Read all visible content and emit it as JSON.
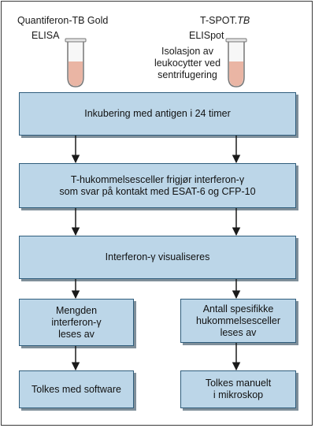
{
  "tests": {
    "left": {
      "name": "Quantiferon-TB Gold",
      "method": "ELISA"
    },
    "right": {
      "name_prefix": "T-SPOT.",
      "name_italic": "TB",
      "method": "ELISpot",
      "note_lines": [
        "Isolasjon av",
        "leukocytter ved",
        "sentrifugering"
      ]
    }
  },
  "steps": {
    "incubation": {
      "lines": [
        "Inkubering med antigen i 24 timer"
      ]
    },
    "release": {
      "lines": [
        "T-hukommelsesceller frigjør interferon-γ",
        "som svar på kontakt med ESAT-6 og CFP-10"
      ]
    },
    "visualize": {
      "lines": [
        "Interferon-γ visualiseres"
      ]
    },
    "left_read": {
      "lines": [
        "Mengden",
        "interferon-γ",
        "leses av"
      ]
    },
    "right_read": {
      "lines": [
        "Antall spesifikke",
        "hukommelsesceller",
        "leses av"
      ]
    },
    "left_interpret": {
      "lines": [
        "Tolkes med software"
      ]
    },
    "right_interpret": {
      "lines": [
        "Tolkes manuelt",
        "i mikroskop"
      ]
    }
  },
  "colors": {
    "box_fill": "#bcd6e8",
    "box_border": "#2f5d7c",
    "tube_liquid": "#eab5a4",
    "arrow": "#1a1a1a"
  }
}
